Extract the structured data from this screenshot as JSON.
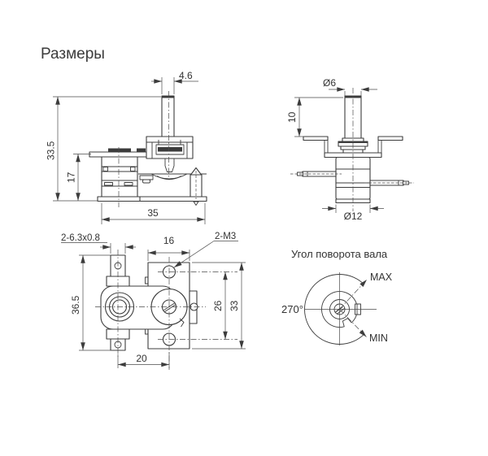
{
  "title": "Размеры",
  "colors": {
    "line": "#3c3c3c",
    "text": "#333333",
    "background": "#ffffff"
  },
  "side_view": {
    "dim_shaft_width": "4.6",
    "dim_total_height": "33.5",
    "dim_body_height": "17",
    "dim_total_width": "35"
  },
  "front_view": {
    "dim_shaft_diameter": "Ø6",
    "dim_shaft_length": "10",
    "dim_body_diameter": "Ø12"
  },
  "top_view": {
    "label_terminals": "2-6.3x0.8",
    "dim_mount_width": "16",
    "label_screw_holes": "2-M3",
    "dim_total_height": "36.5",
    "dim_hole_spacing": "26",
    "dim_plate_height": "33",
    "dim_center_spacing": "20"
  },
  "rotation_view": {
    "title": "Угол поворота вала",
    "angle": "270°",
    "max": "MAX",
    "min": "MIN"
  }
}
